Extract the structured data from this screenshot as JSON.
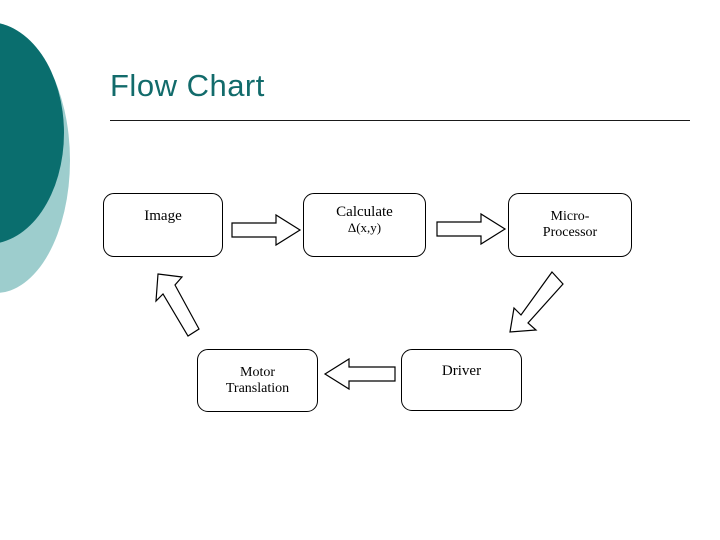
{
  "slide": {
    "title": "Flow Chart",
    "background_color": "#ffffff",
    "title_color": "#126b6b",
    "accent_dark": "#0a6e6e",
    "accent_light": "#9dcdcd"
  },
  "diagram": {
    "type": "flowchart",
    "nodes": [
      {
        "id": "image",
        "line1": "Image",
        "line2": ""
      },
      {
        "id": "calculate",
        "line1": "Calculate",
        "line2": "Δ(x,y)"
      },
      {
        "id": "micro",
        "line1": "Micro-",
        "line2": "Processor"
      },
      {
        "id": "motor",
        "line1": "Motor",
        "line2": "Translation"
      },
      {
        "id": "driver",
        "line1": "Driver",
        "line2": ""
      }
    ],
    "edges": [
      {
        "id": "image-to-calculate",
        "from": "image",
        "to": "calculate",
        "direction": "right"
      },
      {
        "id": "calculate-to-micro",
        "from": "calculate",
        "to": "micro",
        "direction": "right"
      },
      {
        "id": "micro-to-driver",
        "from": "micro",
        "to": "driver",
        "direction": "down-left"
      },
      {
        "id": "driver-to-motor",
        "from": "driver",
        "to": "motor",
        "direction": "left"
      },
      {
        "id": "motor-to-image",
        "from": "motor",
        "to": "image",
        "direction": "up-left"
      }
    ]
  }
}
